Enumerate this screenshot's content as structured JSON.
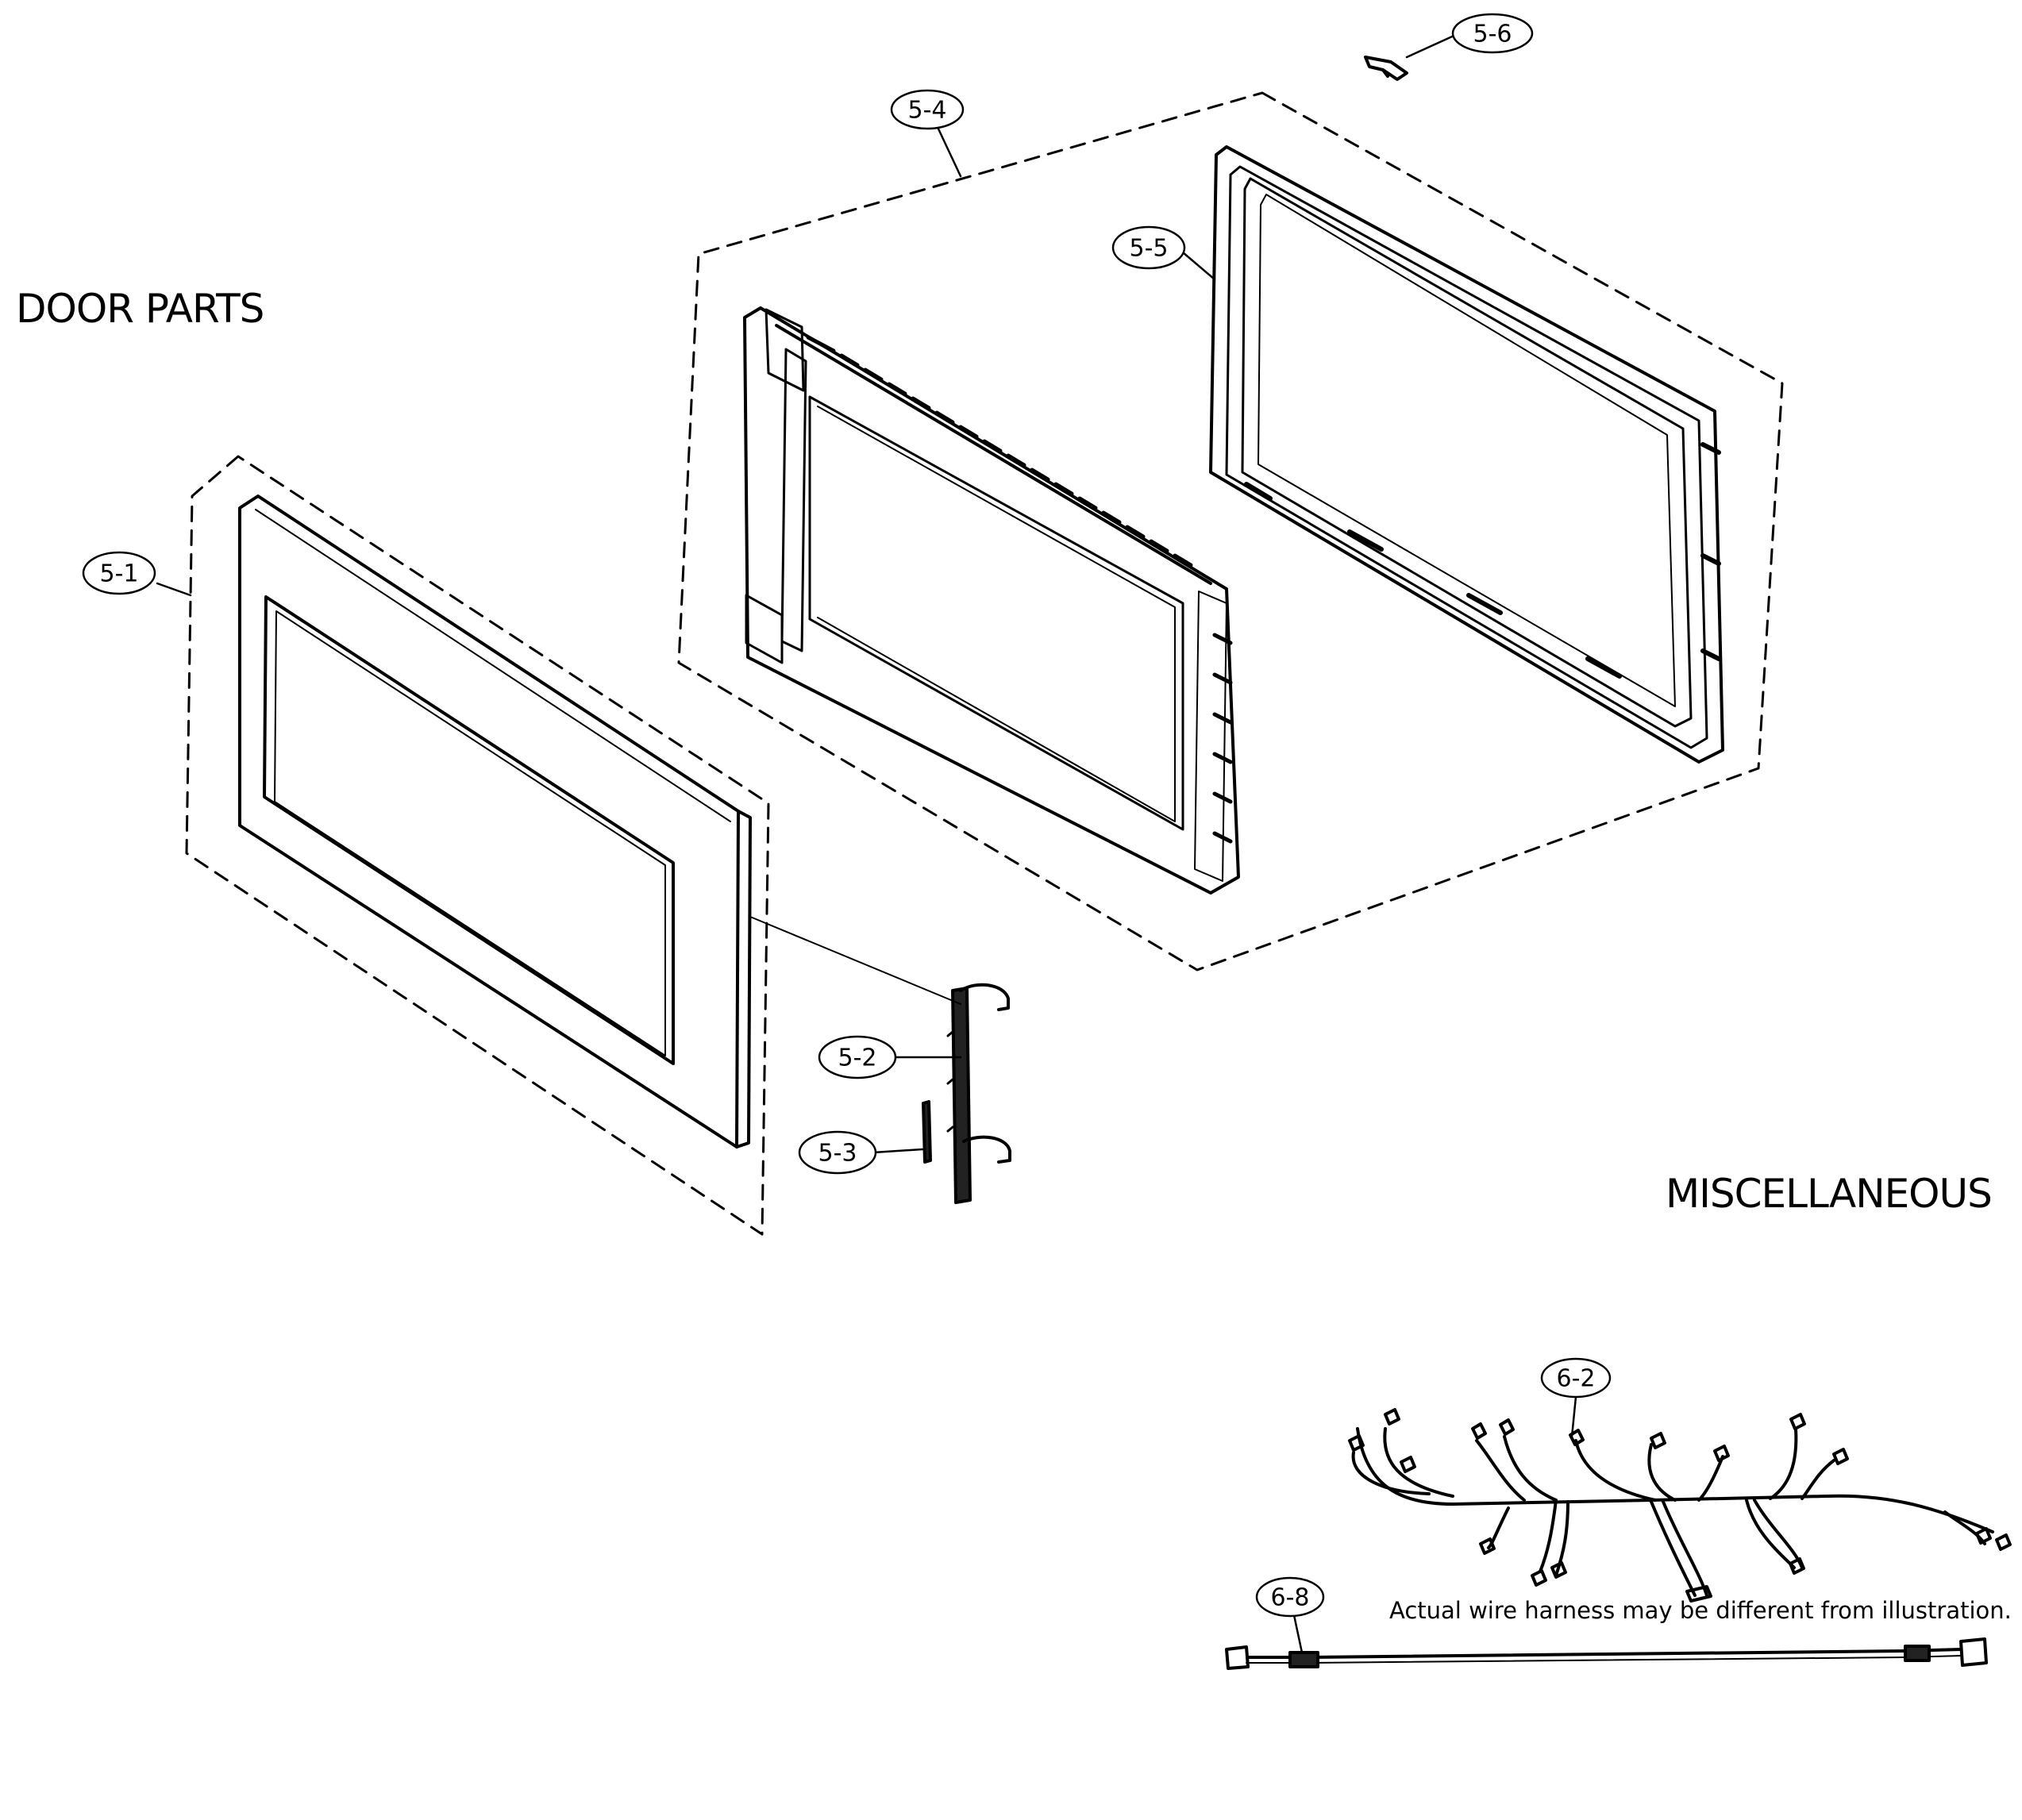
{
  "sections": {
    "door_title": "DOOR PARTS",
    "misc_title": "MISCELLANEOUS"
  },
  "note": "Actual wire harness may be different from illustration.",
  "callouts": {
    "c51": "5-1",
    "c52": "5-2",
    "c53": "5-3",
    "c54": "5-4",
    "c55": "5-5",
    "c56": "5-6",
    "c62": "6-2",
    "c68": "6-8"
  }
}
